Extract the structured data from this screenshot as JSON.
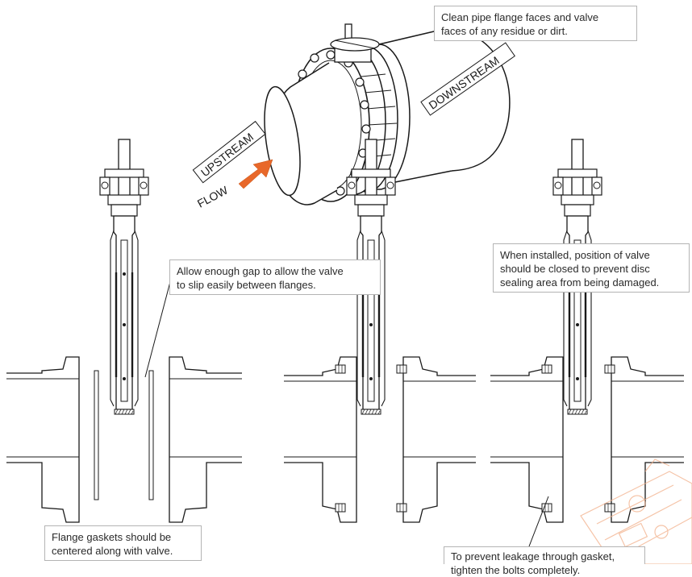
{
  "labels": {
    "upstream": "UPSTREAM",
    "downstream": "DOWNSTREAM",
    "flow": "FLOW"
  },
  "callouts": {
    "clean_faces": [
      "Clean pipe flange faces and valve",
      "faces of any residue or dirt."
    ],
    "allow_gap": [
      "Allow enough gap to allow the valve",
      "to slip easily between flanges."
    ],
    "position_closed": [
      "When installed, position of valve",
      "should be closed to prevent disc",
      "sealing area from being damaged."
    ],
    "gaskets_centered": [
      "Flange gaskets should be",
      "centered along with valve."
    ],
    "tighten_bolts": [
      "To prevent leakage through gasket,",
      "tighten the bolts completely."
    ]
  },
  "colors": {
    "flow_arrow": "#e8682a",
    "line": "#1a1a1a",
    "watermark": "#f2b08a"
  }
}
